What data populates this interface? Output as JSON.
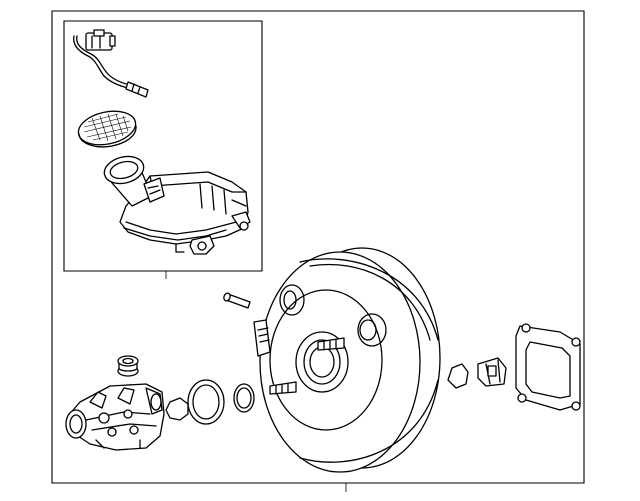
{
  "diagram": {
    "parts": [
      {
        "id": "brake-fluid-level-sensor",
        "icon": "sensor-with-wire-icon"
      },
      {
        "id": "reservoir-cap",
        "icon": "cap-icon"
      },
      {
        "id": "fluid-reservoir",
        "icon": "reservoir-icon"
      },
      {
        "id": "master-cylinder",
        "icon": "cylinder-icon"
      },
      {
        "id": "grommet",
        "icon": "grommet-icon"
      },
      {
        "id": "o-ring",
        "icon": "seal-ring-icon"
      },
      {
        "id": "brake-booster",
        "icon": "booster-icon"
      },
      {
        "id": "pushrod-pin",
        "icon": "pin-icon"
      },
      {
        "id": "booster-nut",
        "icon": "hex-nut-icon"
      },
      {
        "id": "clevis",
        "icon": "clevis-icon"
      },
      {
        "id": "booster-gasket",
        "icon": "gasket-icon"
      }
    ]
  }
}
